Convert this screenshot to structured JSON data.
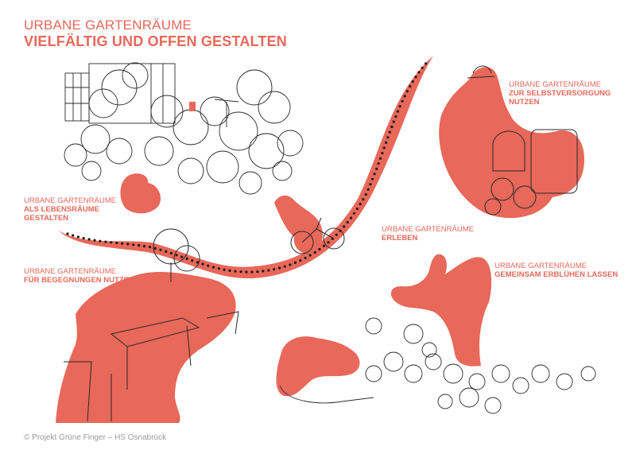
{
  "title": {
    "line1": "URBANE GARTENRÄUME",
    "line2": "VIELFÄLTIG UND OFFEN GESTALTEN"
  },
  "labels": {
    "lebensraeume": {
      "line1": "URBANE GARTENRÄUME",
      "line2": "ALS LEBENSRÄUME",
      "line3": "GESTALTEN"
    },
    "begegnungen": {
      "line1": "URBANE GARTENRÄUME",
      "line2": "FÜR BEGEGNUNGEN NUTZEN"
    },
    "erleben": {
      "line1": "URBANE GARTENRÄUME",
      "line2": "ERLEBEN"
    },
    "selbstversorgung": {
      "line1": "URBANE GARTENRÄUME",
      "line2": "ZUR SELBSTVERSORGUNG",
      "line3": "NUTZEN"
    },
    "erbluehen": {
      "line1": "URBANE GARTENRÄUME",
      "line2": "GEMEINSAM ERBLÜHEN LASSEN"
    }
  },
  "footer": "© Projekt Grüne Finger – HS Osnabrück",
  "colors": {
    "accent": "#e8685a",
    "line": "#2a2a2a",
    "dots": "#1a1a1a",
    "footer": "#9a9a9a"
  }
}
